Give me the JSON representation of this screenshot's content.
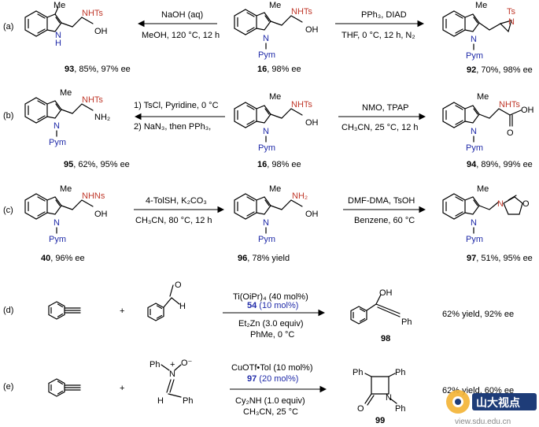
{
  "schemes": {
    "a": {
      "label": "(a)",
      "center_caption": {
        "num": "16",
        "rest": ", 98% ee"
      },
      "left": {
        "reagent1": "NaOH (aq)",
        "reagent2": "MeOH, 120 °C, 12 h",
        "caption_num": "93",
        "caption_rest": ", 85%, 97% ee"
      },
      "right": {
        "reagent1": "PPh₃, DIAD",
        "reagent2": "THF, 0 °C, 12 h, N₂",
        "caption_num": "92",
        "caption_rest": ", 70%, 98% ee"
      }
    },
    "b": {
      "label": "(b)",
      "center_caption": {
        "num": "16",
        "rest": ", 98% ee"
      },
      "left": {
        "reagent1": "1) TsCl, Pyridine, 0 °C",
        "reagent2": "2) NaN₃, then PPh₃,",
        "caption_num": "95",
        "caption_rest": ", 62%, 95% ee"
      },
      "right": {
        "reagent1": "NMO, TPAP",
        "reagent2": "CH₃CN, 25 °C, 12 h",
        "caption_num": "94",
        "caption_rest": ", 89%, 99% ee"
      }
    },
    "c": {
      "label": "(c)",
      "start_caption": {
        "num": "40",
        "rest": ", 96% ee"
      },
      "mid": {
        "reagent1": "4-TolSH, K₂CO₃",
        "reagent2": "CH₃CN, 80 °C, 12 h",
        "caption_num": "96",
        "caption_rest": ", 78% yield"
      },
      "right": {
        "reagent1": "DMF-DMA, TsOH",
        "reagent2": "Benzene, 60 °C",
        "caption_num": "97",
        "caption_rest": ", 51%, 95% ee"
      }
    },
    "d": {
      "label": "(d)",
      "plus": "+",
      "reagent1": "Ti(OiPr)₄ (40 mol%)",
      "reagent2_num": "54",
      "reagent2_rest": " (10 mol%)",
      "reagent3": "Et₂Zn (3.0 equiv)",
      "reagent4": "PhMe, 0 °C",
      "product_num": "98",
      "result": "62% yield, 92% ee"
    },
    "e": {
      "label": "(e)",
      "plus": "+",
      "reagent1": "CuOTf•Tol (10 mol%)",
      "reagent2_num": "97",
      "reagent2_rest": " (20 mol%)",
      "reagent3": "Cy₂NH (1.0 equiv)",
      "reagent4": "CH₃CN, 25 °C",
      "product_num": "99",
      "result": "62% yield, 60% ee"
    }
  },
  "atoms": {
    "me": "Me",
    "nhts": "NHTs",
    "nh2_red": "NH₂",
    "nhns": "NHNs",
    "oh": "OH",
    "ch2oh": "OH",
    "nh2": "NH₂",
    "n": "N",
    "h": "H",
    "pym": "Pym",
    "ts": "Ts",
    "o": "O",
    "ph": "Ph",
    "ominus": "O⁻",
    "nplus": "N"
  },
  "watermark": {
    "brand": "山大视点",
    "url": "view.sdu.edu.cn"
  }
}
